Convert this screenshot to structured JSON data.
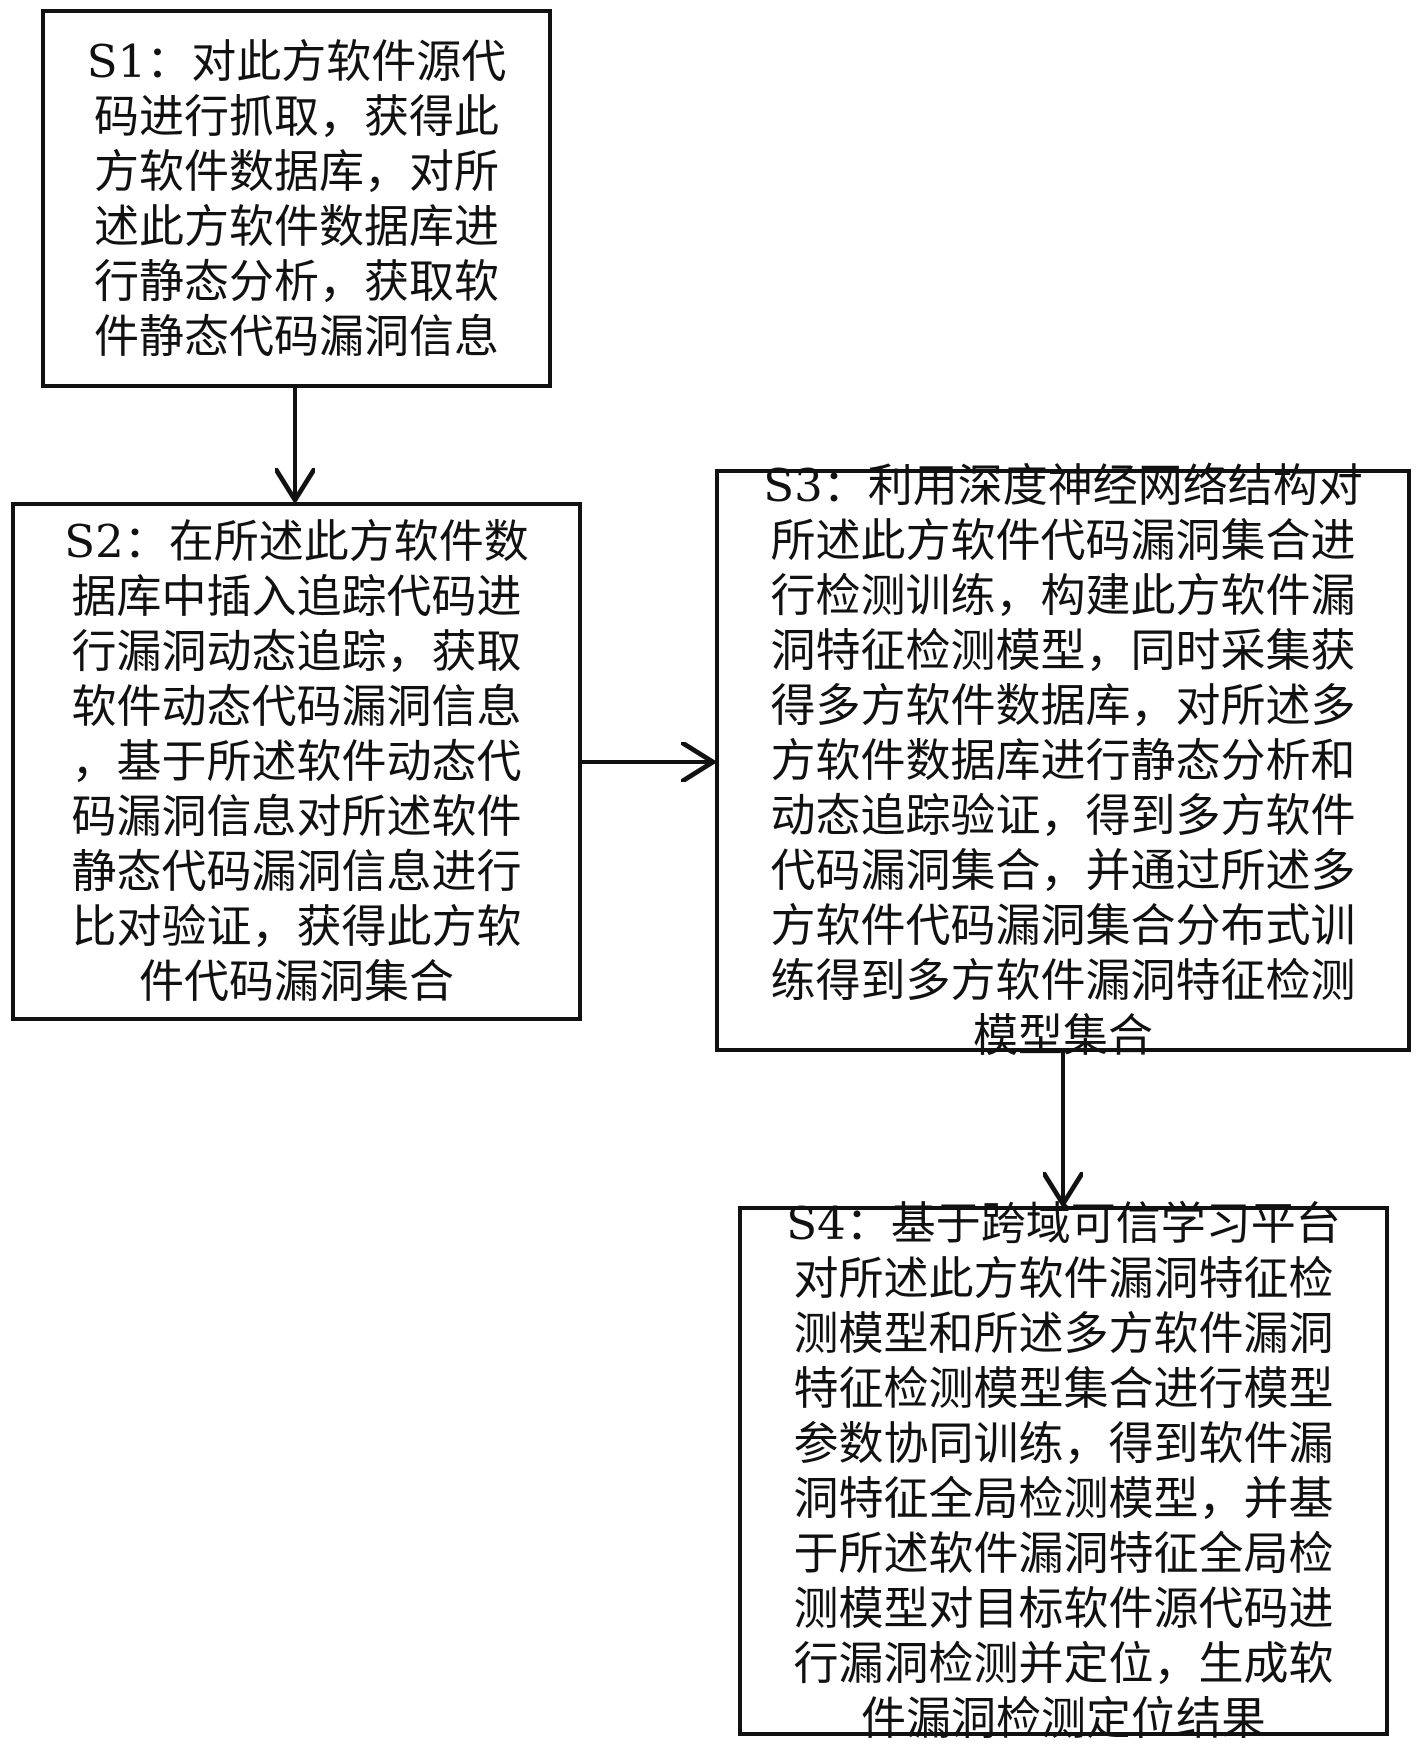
{
  "steps": [
    {
      "id": "S1",
      "lines": [
        "S1：对此方软件源代",
        "码进行抓取，获得此",
        "方软件数据库，对所",
        "述此方软件数据库进",
        "行静态分析，获取软",
        "件静态代码漏洞信息"
      ]
    },
    {
      "id": "S2",
      "lines": [
        "S2：在所述此方软件数",
        "据库中插入追踪代码进",
        "行漏洞动态追踪，获取",
        "软件动态代码漏洞信息",
        "，基于所述软件动态代",
        "码漏洞信息对所述软件",
        "静态代码漏洞信息进行",
        "比对验证，获得此方软",
        "件代码漏洞集合"
      ]
    },
    {
      "id": "S3",
      "lines": [
        "S3：利用深度神经网络结构对",
        "所述此方软件代码漏洞集合进",
        "行检测训练，构建此方软件漏",
        "洞特征检测模型，同时采集获",
        "得多方软件数据库，对所述多",
        "方软件数据库进行静态分析和",
        "动态追踪验证，得到多方软件",
        "代码漏洞集合，并通过所述多",
        "方软件代码漏洞集合分布式训",
        "练得到多方软件漏洞特征检测",
        "模型集合"
      ]
    },
    {
      "id": "S4",
      "lines": [
        "S4：基于跨域可信学习平台",
        "对所述此方软件漏洞特征检",
        "测模型和所述多方软件漏洞",
        "特征检测模型集合进行模型",
        "参数协同训练，得到软件漏",
        "洞特征全局检测模型，并基",
        "于所述软件漏洞特征全局检",
        "测模型对目标软件源代码进",
        "行漏洞检测并定位，生成软",
        "件漏洞检测定位结果"
      ]
    }
  ]
}
